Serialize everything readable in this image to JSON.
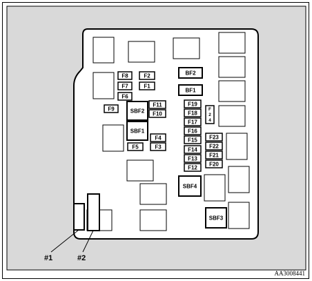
{
  "diagram": {
    "colors": {
      "panel_background": "#d9d9d9",
      "fusebox_fill": "#ffffff",
      "stroke": "#000000"
    },
    "fuses": {
      "f1": "F1",
      "f2": "F2",
      "f3": "F3",
      "f4": "F4",
      "f5": "F5",
      "f6": "F6",
      "f7": "F7",
      "f8": "F8",
      "f9": "F9",
      "f10": "F10",
      "f11": "F11",
      "f12": "F12",
      "f13": "F13",
      "f14": "F14",
      "f15": "F15",
      "f16": "F16",
      "f17": "F17",
      "f18": "F18",
      "f19": "F19",
      "f20": "F20",
      "f21": "F21",
      "f22": "F22",
      "f23": "F23",
      "f24": "F24"
    },
    "f24_chars": [
      "F",
      "2",
      "4"
    ],
    "sbf": {
      "sbf1": "SBF1",
      "sbf2": "SBF2",
      "sbf3": "SBF3",
      "sbf4": "SBF4"
    },
    "bf": {
      "bf1": "BF1",
      "bf2": "BF2"
    },
    "callouts": {
      "c1": "#1",
      "c2": "#2"
    },
    "reference_code": "AA3008441"
  }
}
